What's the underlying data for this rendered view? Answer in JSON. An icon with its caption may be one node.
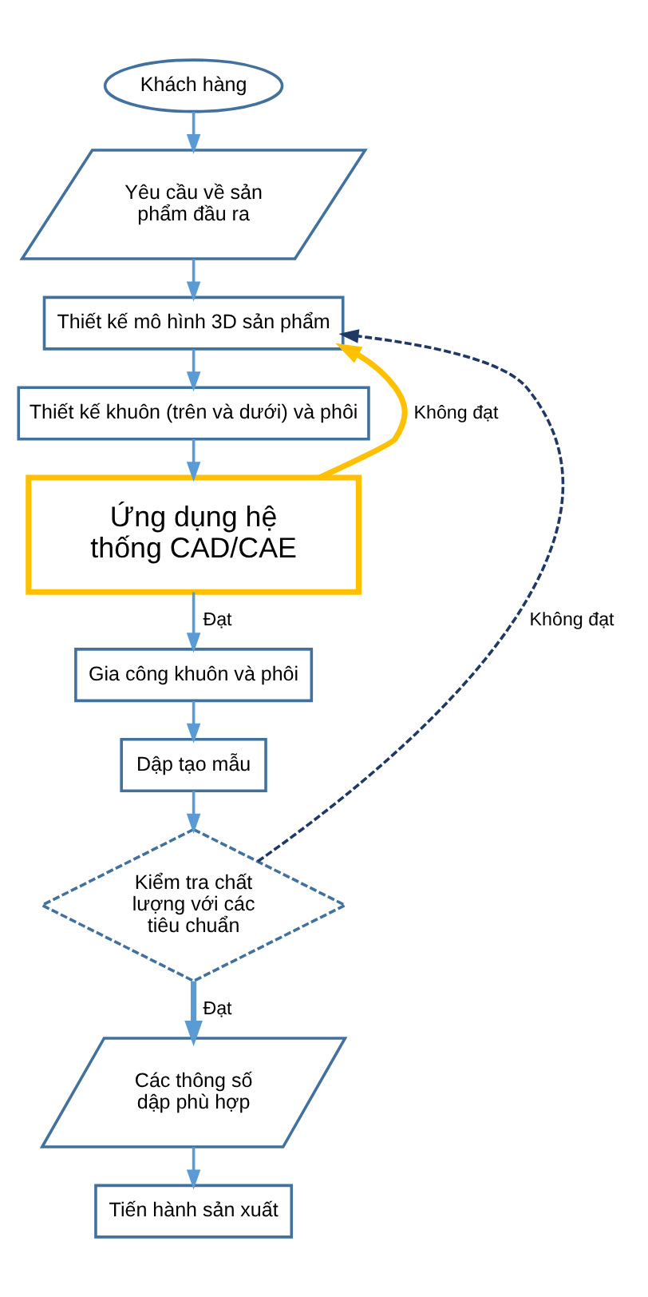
{
  "diagram": {
    "nodes": [
      {
        "text": [
          "Khách hàng"
        ]
      },
      {
        "text": [
          "Yêu cầu về sản phẩm đầu ra"
        ]
      },
      {
        "text": [
          "Thiết kế mô hình 3D sản phẩm"
        ]
      },
      {
        "text": [
          "Thiết kế khuôn (trên và dưới) và phôi"
        ]
      },
      {
        "text": [
          "Ứng dụng hệ thống CAD/CAE"
        ]
      },
      {
        "text": [
          "Gia công khuôn và phôi"
        ]
      },
      {
        "text": [
          "Dập tạo mẫu"
        ]
      },
      {
        "text": [
          "Kiểm tra chất lượng với các tiêu chuẩn"
        ]
      },
      {
        "text": [
          "Các thông số dập phù hợp"
        ]
      },
      {
        "text": [
          "Tiến hành sản xuất"
        ]
      }
    ],
    "edges": [
      {
        "from": 0,
        "to": 1,
        "arrow": "to"
      },
      {
        "from": 1,
        "to": 2,
        "arrow": "to"
      },
      {
        "from": 2,
        "to": 3,
        "arrow": "to"
      },
      {
        "from": 3,
        "to": 4,
        "arrow": "to"
      },
      {
        "from": 4,
        "to": 5,
        "arrow": "to",
        "label": "Đạt"
      },
      {
        "from": 5,
        "to": 6,
        "arrow": "to"
      },
      {
        "from": 6,
        "to": 7,
        "arrow": "to"
      },
      {
        "from": 7,
        "to": 8,
        "arrow": "to",
        "label": "Đạt",
        "style": "thick"
      },
      {
        "from": 8,
        "to": 9,
        "arrow": "to"
      },
      {
        "from": 4,
        "to": 2,
        "arrow": "to",
        "label": "Không đạt",
        "style": "thick",
        "color": "#ffc000"
      },
      {
        "from": 7,
        "to": 2,
        "arrow": "to",
        "label": "Không đạt",
        "style": "dashed",
        "color": "#1f3864"
      }
    ]
  }
}
